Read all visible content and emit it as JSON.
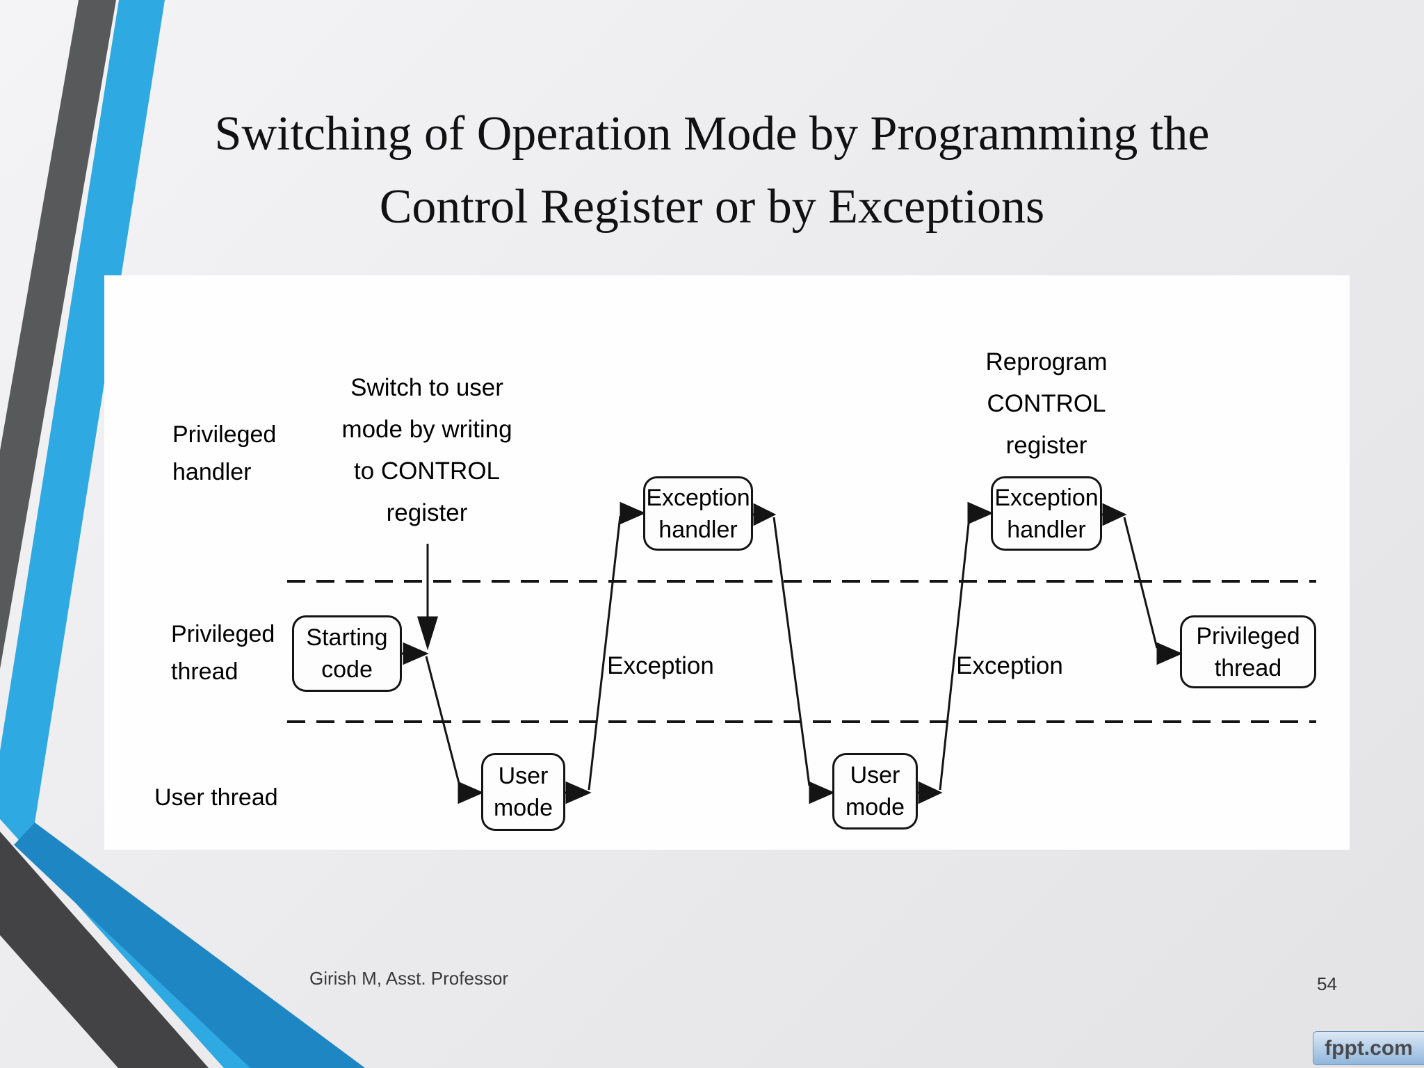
{
  "slide": {
    "title": "Switching of Operation Mode by Programming the\nControl Register or by Exceptions",
    "footer_text": "Girish M, Asst. Professor",
    "page_number": "54",
    "watermark": "fppt.com"
  },
  "diagram": {
    "lanes": [
      {
        "label": "Privileged\nhandler"
      },
      {
        "label": "Privileged\nthread"
      },
      {
        "label": "User thread"
      }
    ],
    "notes": {
      "switch_note": "Switch to user\nmode by writing\nto CONTROL\nregister",
      "reprogram_note": "Reprogram\nCONTROL\nregister",
      "exception_label_1": "Exception",
      "exception_label_2": "Exception"
    },
    "boxes": {
      "starting_code": "Starting\ncode",
      "user_mode_1": "User\nmode",
      "exception_handler_1": "Exception\nhandler",
      "user_mode_2": "User\nmode",
      "exception_handler_2": "Exception\nhandler",
      "privileged_thread": "Privileged\nthread"
    }
  },
  "colors": {
    "accent_blue": "#2fa9e1",
    "accent_blue_dark": "#1f86c4",
    "stripe_gray": "#58595b",
    "stripe_gray_dark": "#434346",
    "line_black": "#141414"
  }
}
